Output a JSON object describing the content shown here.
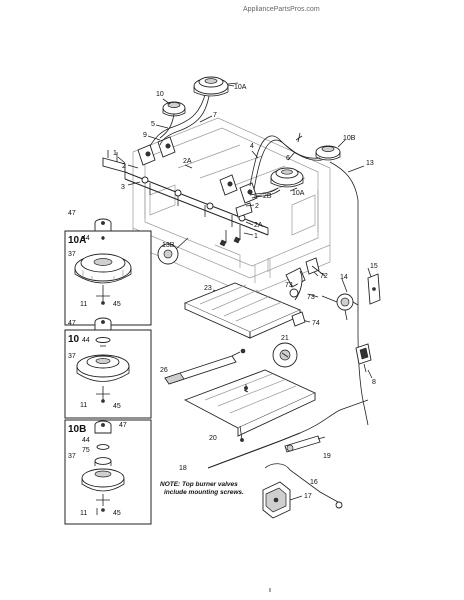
{
  "site_label": "AppliancePartsPros.com",
  "note_line1": "NOTE: Top burner valves",
  "note_line2": "include mounting screws.",
  "box_titles": {
    "b10A": "10A",
    "b10": "10",
    "b10B": "10B"
  },
  "callouts": {
    "c10A_top": "10A",
    "c10_top": "10",
    "c7": "7",
    "c5": "5",
    "c9": "9",
    "c4": "4",
    "c6": "6",
    "c10B_top": "10B",
    "c13": "13",
    "c1a": "1",
    "c2a": "2",
    "c3": "3",
    "c2A_a": "2A",
    "c2B": "2B",
    "c10A_mid": "10A",
    "c2b": "2",
    "c2A_b": "2A",
    "c1b": "1",
    "c13B": "13B",
    "c72": "72",
    "c15": "15",
    "c23": "23",
    "c73a": "73",
    "c73b": "73",
    "c14": "14",
    "c74": "74",
    "c8": "8",
    "c21": "21",
    "c26": "26",
    "c20": "20",
    "c19": "19",
    "c18": "18",
    "c16": "16",
    "c17": "17",
    "b1_47": "47",
    "b1_44": "44",
    "b1_37": "37",
    "b1_11": "11",
    "b1_45": "45",
    "b2_47": "47",
    "b2_44": "44",
    "b2_37": "37",
    "b2_11": "11",
    "b2_45": "45",
    "b3_44": "44",
    "b3_47": "47",
    "b3_75": "75",
    "b3_37": "37",
    "b3_11": "11",
    "b3_45": "45"
  },
  "colors": {
    "line": "#222222",
    "paper": "#ffffff",
    "shade": "#cfcfcf",
    "watermark": "#666666"
  }
}
